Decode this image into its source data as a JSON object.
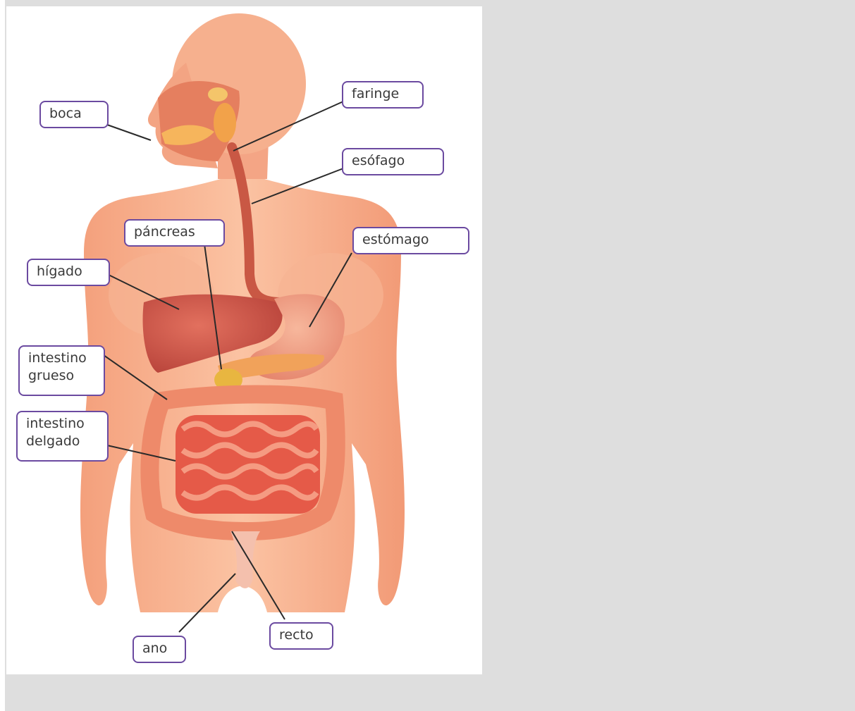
{
  "labels": {
    "boca": "boca",
    "faringe": "faringe",
    "esofago": "esófago",
    "pancreas": "páncreas",
    "estomago": "estómago",
    "higado": "hígado",
    "intestino_grueso": "intestino\ngrueso",
    "intestino_delgado": "intestino\ndelgado",
    "ano": "ano",
    "recto": "recto"
  },
  "colors": {
    "label_border": "#6b4aa0",
    "skin": "#f7b08c",
    "organs": "#e8604a",
    "viewer_background": "#dedede"
  }
}
